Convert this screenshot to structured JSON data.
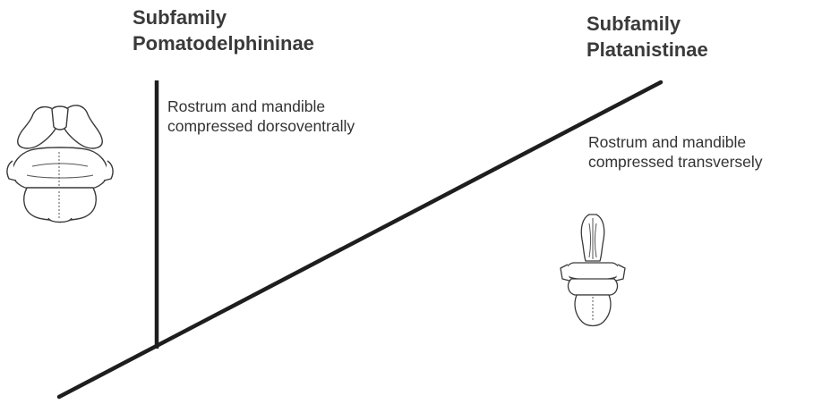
{
  "pomatodelphininae": {
    "title_line1": "Subfamily",
    "title_line2": "Pomatodelphininae",
    "desc_line1": "Rostrum and mandible",
    "desc_line2": "compressed dorsoventrally"
  },
  "platanistinae": {
    "title_line1": "Subfamily",
    "title_line2": "Platanistinae",
    "desc_line1": "Rostrum and mandible",
    "desc_line2": "compressed transversely"
  },
  "colors": {
    "line": "#1e1e1e",
    "text": "#333333"
  }
}
